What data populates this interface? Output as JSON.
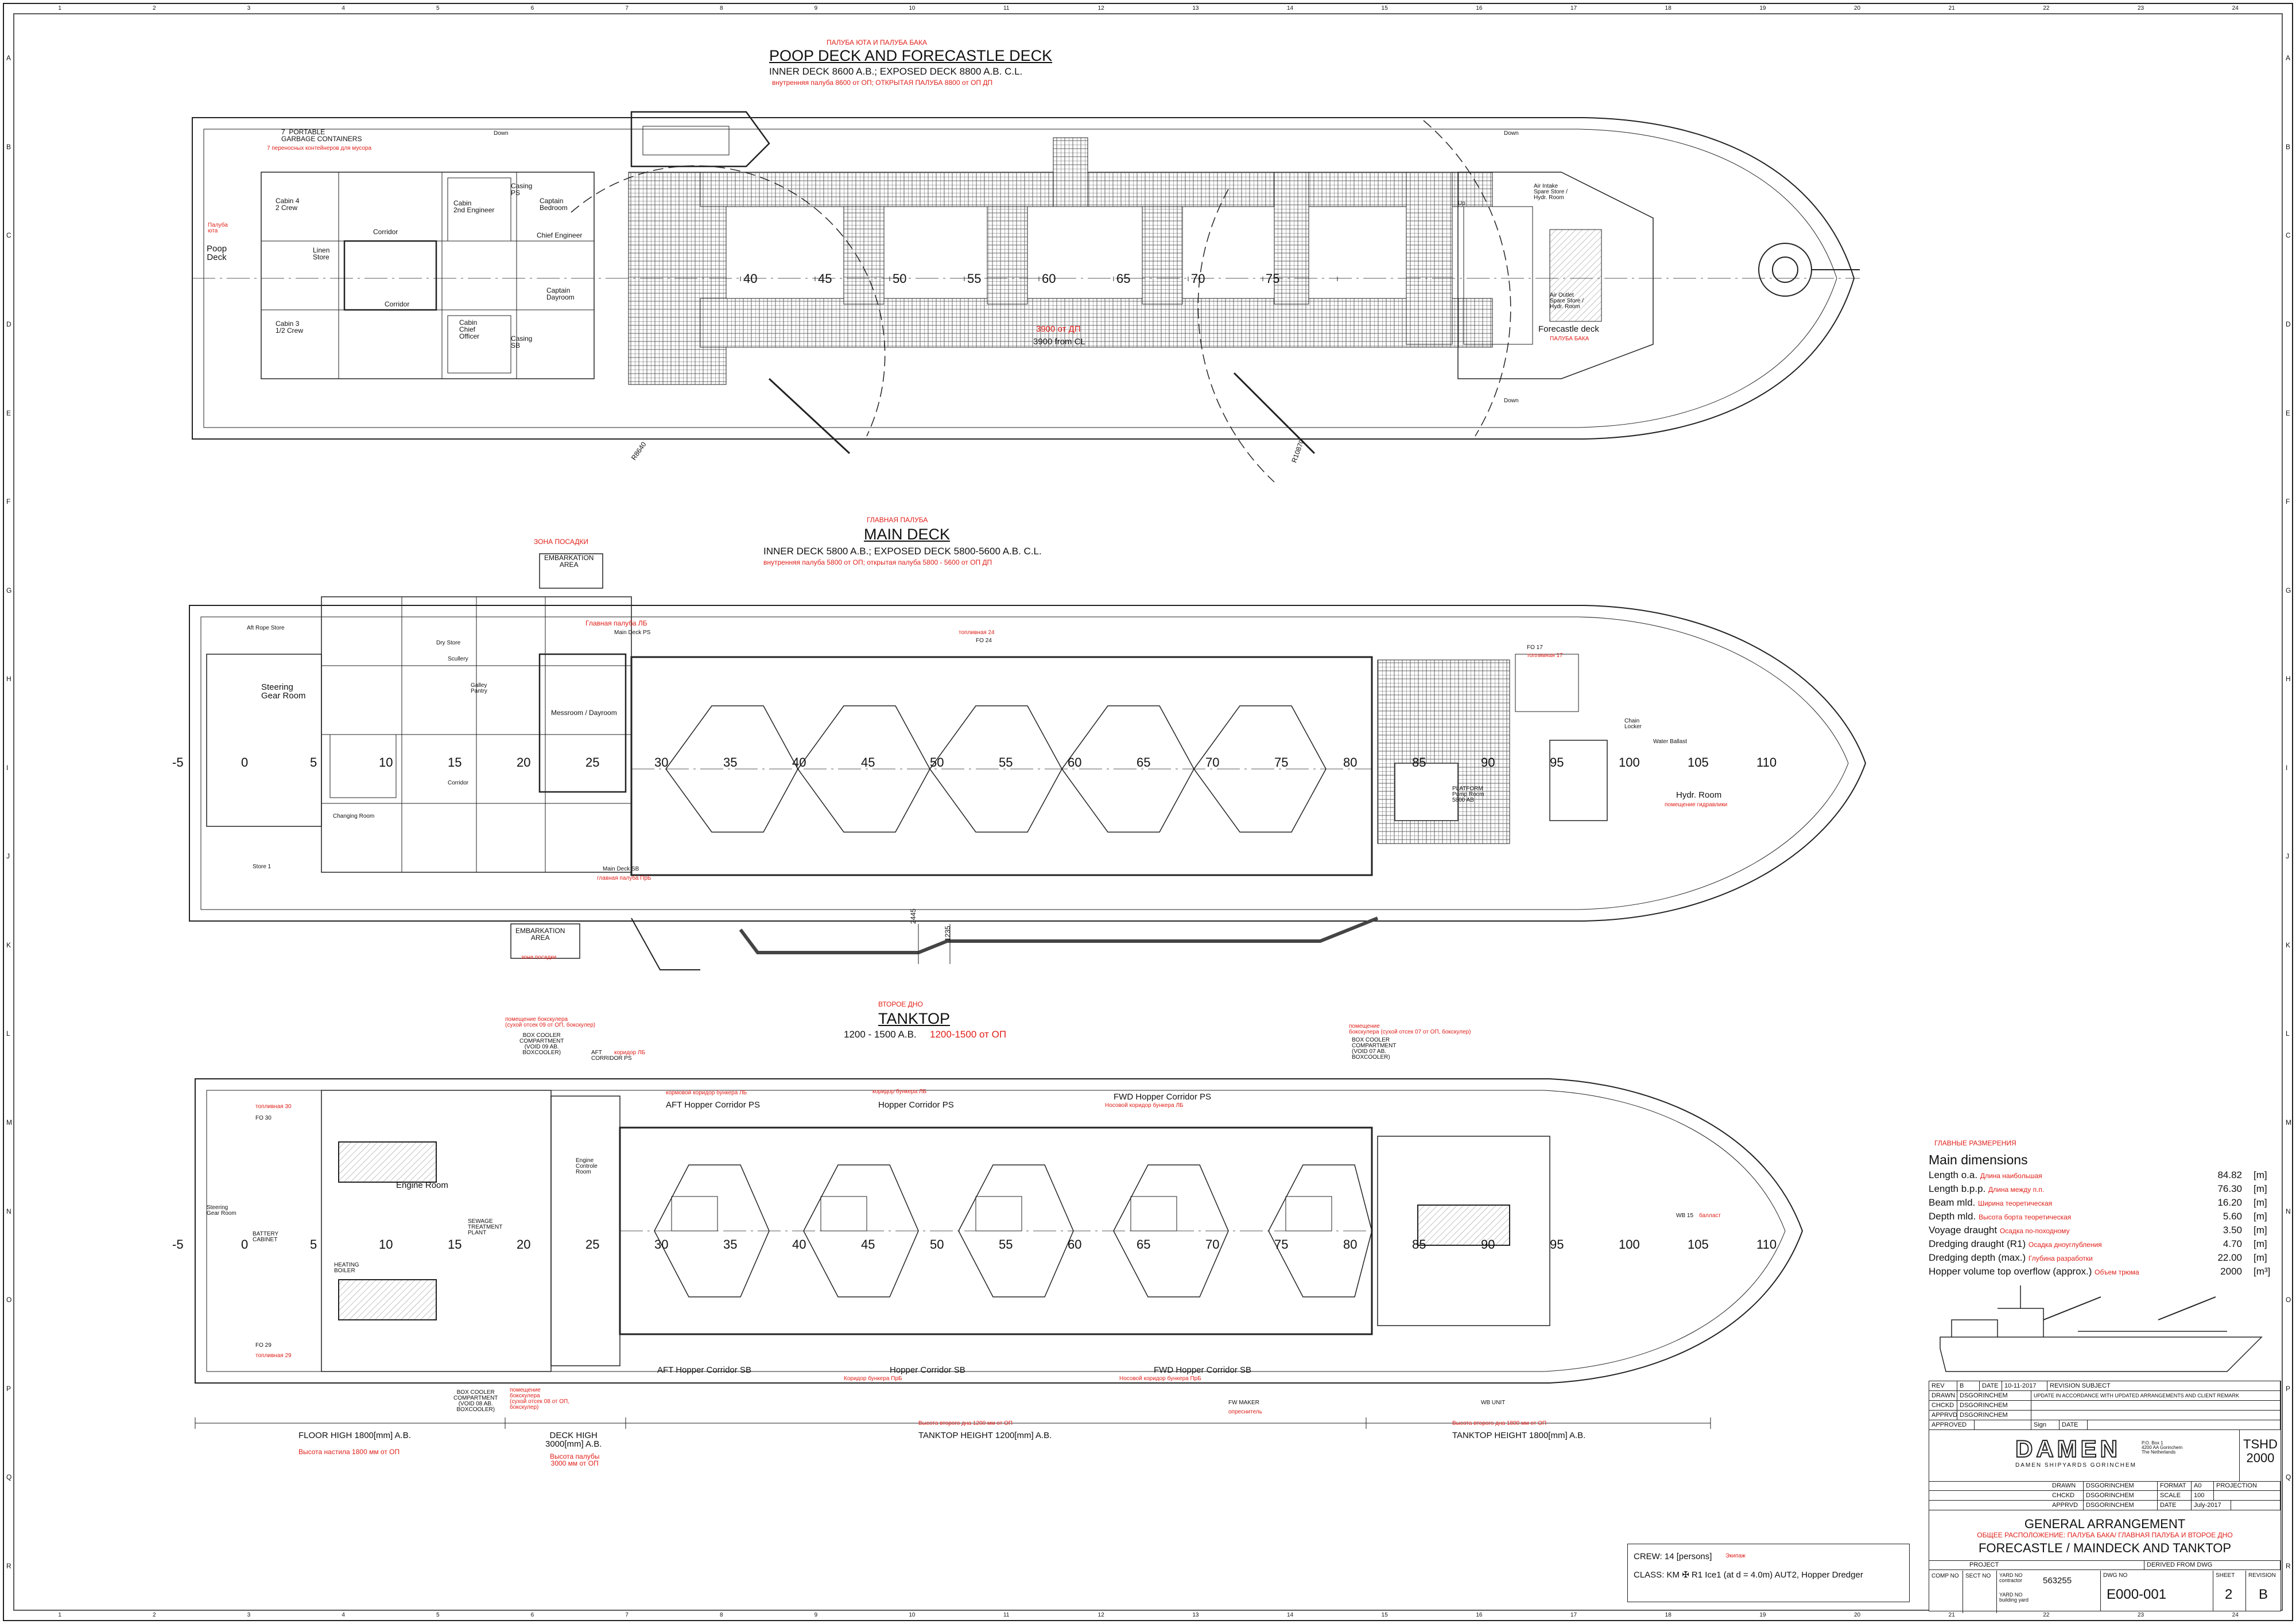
{
  "grid": {
    "columns": [
      "1",
      "2",
      "3",
      "4",
      "5",
      "6",
      "7",
      "8",
      "9",
      "10",
      "11",
      "12",
      "13",
      "14",
      "15",
      "16",
      "17",
      "18",
      "19",
      "20",
      "21",
      "22",
      "23",
      "24"
    ],
    "rows": [
      "A",
      "B",
      "C",
      "D",
      "E",
      "F",
      "G",
      "H",
      "I",
      "J",
      "K",
      "L",
      "M",
      "N",
      "O",
      "P",
      "Q",
      "R"
    ]
  },
  "poop": {
    "ru_title": "ПАЛУБА ЮТА И ПАЛУБА БАКА",
    "title": "POOP DECK AND FORECASTLE DECK",
    "subtitle": "INNER DECK 8600 A.B.; EXPOSED DECK  8800 A.B.  C.L.",
    "ru_subtitle": "внутренняя палуба 8600 от ОП; ОТКРЫТАЯ ПАЛУБА 8800 от ОП ДП",
    "frames": [
      "40",
      "45",
      "50",
      "55",
      "60",
      "65",
      "70",
      "75"
    ],
    "labels": {
      "garbage": "7  PORTABLE\nGARBAGE CONTAINERS",
      "garbage_ru": "7 переносных контейнеров для мусора",
      "poop_deck": "Poop\nDeck",
      "poop_deck_ru": "Палуба\nюта",
      "cabin4": "Cabin 4\n2 Crew",
      "cabin3": "Cabin 3\n1/2 Crew",
      "corridor1": "Corridor",
      "corridor2": "Corridor",
      "linen": "Linen\nStore",
      "cabin_2nd": "Cabin\n2nd Engineer",
      "cabin_chief": "Cabin\nChief\nOfficer",
      "chief_engineer": "Chief Engineer",
      "captain": "Captain\nDayroom",
      "captain_bed": "Captain\nBedroom",
      "casing_ps": "Casing\nPS",
      "casing_sb": "Casing\nSB",
      "dim_3900_ru": "3900 от ДП",
      "dim_3900": "3900 from CL",
      "r_left": "R8640",
      "r_right": "R10870",
      "forecastle": "Forecastle deck",
      "forecastle_ru": "ПАЛУБА БАКА",
      "air_intake": "Air Intake\nSpare Store /\nHydr. Room",
      "air_outlet": "Air Outlet\nSpare Store /\nHydr. Room",
      "down": "Down",
      "up": "Up"
    }
  },
  "main": {
    "ru_title": "ГЛАВНАЯ ПАЛУБА",
    "title": "MAIN DECK",
    "subtitle": "INNER DECK 5800 A.B.; EXPOSED DECK  5800-5600 A.B.  C.L.",
    "ru_subtitle": "внутренняя палуба 5800 от ОП; открытая палуба 5800 - 5600 от ОП ДП",
    "frames": [
      "-5",
      "0",
      "5",
      "10",
      "15",
      "20",
      "25",
      "30",
      "35",
      "40",
      "45",
      "50",
      "55",
      "60",
      "65",
      "70",
      "75",
      "80",
      "85",
      "90",
      "95",
      "100",
      "105",
      "110"
    ],
    "labels": {
      "embark_ru": "ЗОНА ПОСАДКИ",
      "embark": "EMBARKATION\nAREA",
      "embark_b": "EMBARKATION\nAREA",
      "embark_b_ru": "зона посадки",
      "aft_rope": "Aft Rope Store",
      "steering": "Steering\nGear Room",
      "mess": "Messroom / Dayroom",
      "main_deck_ps": "Main Deck PS",
      "main_deck_ps_ru": "Главная палуба ЛБ",
      "main_deck_sb": "Main Deck SB",
      "main_deck_sb_ru": "главная палуба ПрБ",
      "platform": "PLATFORM\nPump Room\n5800 AB",
      "hydr": "Hydr. Room",
      "hydr_ru": "помещение гидравлики",
      "chain": "Chain\nLocker",
      "water_ballast": "Water Ballast",
      "galley": "Galley\nPantry",
      "scullery": "Scullery",
      "dry_store": "Dry Store",
      "changing": "Changing Room",
      "store1": "Store 1",
      "corridor": "Corridor",
      "dim_2445": "2445",
      "dim_1235": "1235",
      "fo17": "FO 17",
      "fo17_ru": "топливная 17",
      "fo24": "FO 24",
      "fo24_ru": "топливная 24"
    }
  },
  "tank": {
    "ru_title": "ВТОРОЕ ДНО",
    "title": "TANKTOP",
    "subtitle": "1200 - 1500 A.B.",
    "ru_subtitle": "1200-1500 от ОП",
    "frames": [
      "-5",
      "0",
      "5",
      "10",
      "15",
      "20",
      "25",
      "30",
      "35",
      "40",
      "45",
      "50",
      "55",
      "60",
      "65",
      "70",
      "75",
      "80",
      "85",
      "90",
      "95",
      "100",
      "105",
      "110"
    ],
    "labels": {
      "box_ps": "BOX COOLER\nCOMPARTMENT\n(VOID 09 AB.\nBOXCOOLER)",
      "box_ps_ru": "помещение бокскулера\n(сухой отсек 09 от ОП, бокскулер)",
      "aft_corr": "AFT\nCORRIDOR PS",
      "aft_corr_ru": "коридор ЛБ",
      "aft_hopper_ps": "AFT Hopper Corridor PS",
      "aft_hopper_ps_ru": "кормовой коридор бункера ЛБ",
      "hopper_ps": "Hopper Corridor PS",
      "hopper_ps_ru": "коридор бункера ЛБ",
      "fwd_hopper_ps": "FWD Hopper Corridor PS",
      "fwd_hopper_ps_ru": "Носовой коридор бункера ЛБ",
      "box_fwd": "BOX COOLER\nCOMPARTMENT\n(VOID 07 AB.\nBOXCOOLER)",
      "box_fwd_ru": "помещение\nбокскулера (сухой отсек 07 от ОП, бокскулер)",
      "engine_room": "Engine Room",
      "engine_ctrl": "Engine\nControle\nRoom",
      "steering": "Steering\nGear Room",
      "battery": "BATTERY\nCABINET",
      "heating": "HEATING\nBOILER",
      "sewage": "SEWAGE\nTREATMENT\nPLANT",
      "fo30": "FO 30",
      "fo30_ru": "топливная 30",
      "fo29": "FO 29",
      "fo29_ru": "топливная 29",
      "aft_hopper_sb": "AFT Hopper Corridor SB",
      "hopper_sb": "Hopper Corridor SB",
      "hopper_sb_ru": "Коридор бункера ПрБ",
      "fwd_hopper_sb": "FWD Hopper Corridor SB",
      "fwd_hopper_sb_ru": "Носовой коридор бункера ПрБ",
      "box_sb": "BOX COOLER\nCOMPARTMENT\n(VOID 08 AB.\nBOXCOOLER)",
      "box_sb_ru": "помещение\nбокскулера\n(сухой отсек 08 от ОП,\nбокскулер)",
      "floor_high": "FLOOR HIGH 1800[mm] A.B.",
      "floor_high_ru": "Высота настила 1800 мм от ОП",
      "deck_high": "DECK HIGH\n3000[mm] A.B.",
      "deck_high_ru": "Высота палубы\n3000 мм от ОП",
      "tanktop_1200_ru": "Высота второго дна 1200 мм от ОП",
      "tanktop_1200": "TANKTOP HEIGHT 1200[mm] A.B.",
      "fw_maker": "FW MAKER",
      "fw_maker_ru": "опреснитель",
      "wb_unit": "WB UNIT",
      "tanktop_1800_ru": "Высота второго дна 1800 мм от ОП",
      "tanktop_1800": "TANKTOP HEIGHT 1800[mm] A.B.",
      "ballast": "балласт",
      "wb15": "WB 15"
    }
  },
  "dimensions": {
    "ru_header": "ГЛАВНЫЕ РАЗМЕРЕНИЯ",
    "header": "Main dimensions",
    "rows": [
      {
        "label": "Length o.a.",
        "ru": "Длина наибольшая",
        "value": "84.82",
        "unit": "[m]"
      },
      {
        "label": "Length b.p.p.",
        "ru": "Длина между п.п.",
        "value": "76.30",
        "unit": "[m]"
      },
      {
        "label": "Beam mld.",
        "ru": "Ширина теоретическая",
        "value": "16.20",
        "unit": "[m]"
      },
      {
        "label": "Depth mld.",
        "ru": "Высота борта теоретическая",
        "value": "5.60",
        "unit": "[m]"
      },
      {
        "label": "Voyage draught",
        "ru": "Осадка по-походному",
        "value": "3.50",
        "unit": "[m]"
      },
      {
        "label": "Dredging draught (R1)",
        "ru": "Осадка дноуглубления",
        "value": "4.70",
        "unit": "[m]"
      },
      {
        "label": "Dredging depth (max.)",
        "ru": "Глубина разработки",
        "value": "22.00",
        "unit": "[m]"
      },
      {
        "label": "Hopper volume top overflow (approx.)",
        "ru": "Объем трюма",
        "value": "2000",
        "unit": "[m³]"
      }
    ]
  },
  "crew": {
    "line1": "CREW: 14 [persons]",
    "line1_ru": "Экипаж",
    "line2": "CLASS: KM ✠ R1 Ice1 (at d = 4.0m) AUT2, Hopper Dredger"
  },
  "titleblock": {
    "rev": "REV",
    "rev_val": "B",
    "date_label": "DATE",
    "date_val": "10-11-2017",
    "rev_subject": "REVISION SUBJECT",
    "rev_subject_val": "UPDATE IN ACCORDANCE WITH UPDATED ARRANGEMENTS AND CLIENT REMARK",
    "drawn": "DRAWN",
    "chkd": "CHCKD",
    "apprvd": "APPRVD",
    "approved": "APPROVED",
    "sign": "Sign",
    "org": "DSGORINCHEM",
    "damen_logo": "DAMEN",
    "company": "DAMEN SHIPYARDS GORINCHEM",
    "address": "P.O. Box 1\n4200 AA Gorinchem\nThe Netherlands",
    "vessel": "TSHD\n2000",
    "format_label": "FORMAT",
    "format_val": "A0",
    "scale_label": "SCALE",
    "scale_val": "100",
    "date2_label": "DATE",
    "date2_val": "July-2017",
    "projection": "PROJECTION",
    "title1": "GENERAL ARRANGEMENT",
    "title_ru": "ОБЩЕЕ РАСПОЛОЖЕНИЕ: ПАЛУБА БАКА/ ГЛАВНАЯ ПАЛУБА И ВТОРОЕ ДНО",
    "title2": "FORECASTLE / MAINDECK AND TANKTOP",
    "project": "PROJECT",
    "derived": "DERIVED FROM DWG",
    "comp_no": "COMP NO",
    "sect_no": "SECT NO",
    "yard_no": "YARD NO\ncontractor",
    "yard_val": "563255",
    "yard_no2": "YARD NO\nbuilding yard",
    "dwg_no": "DWG NO",
    "dwg_val": "E000-001",
    "sheet": "SHEET",
    "sheet_val": "2",
    "revision": "REVISION",
    "revision_val": "B"
  }
}
